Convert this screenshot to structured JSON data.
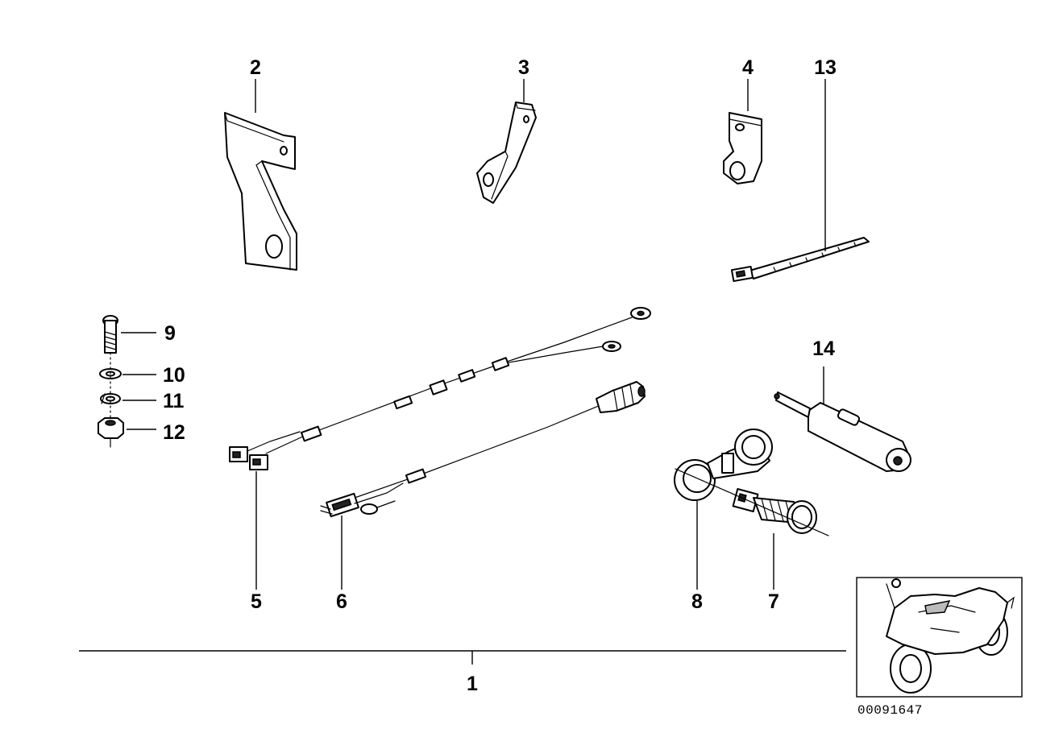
{
  "labels": {
    "p1": "1",
    "p2": "2",
    "p3": "3",
    "p4": "4",
    "p5": "5",
    "p6": "6",
    "p7": "7",
    "p8": "8",
    "p9": "9",
    "p10": "10",
    "p11": "11",
    "p12": "12",
    "p13": "13",
    "p14": "14"
  },
  "diagram_code": "00091647"
}
